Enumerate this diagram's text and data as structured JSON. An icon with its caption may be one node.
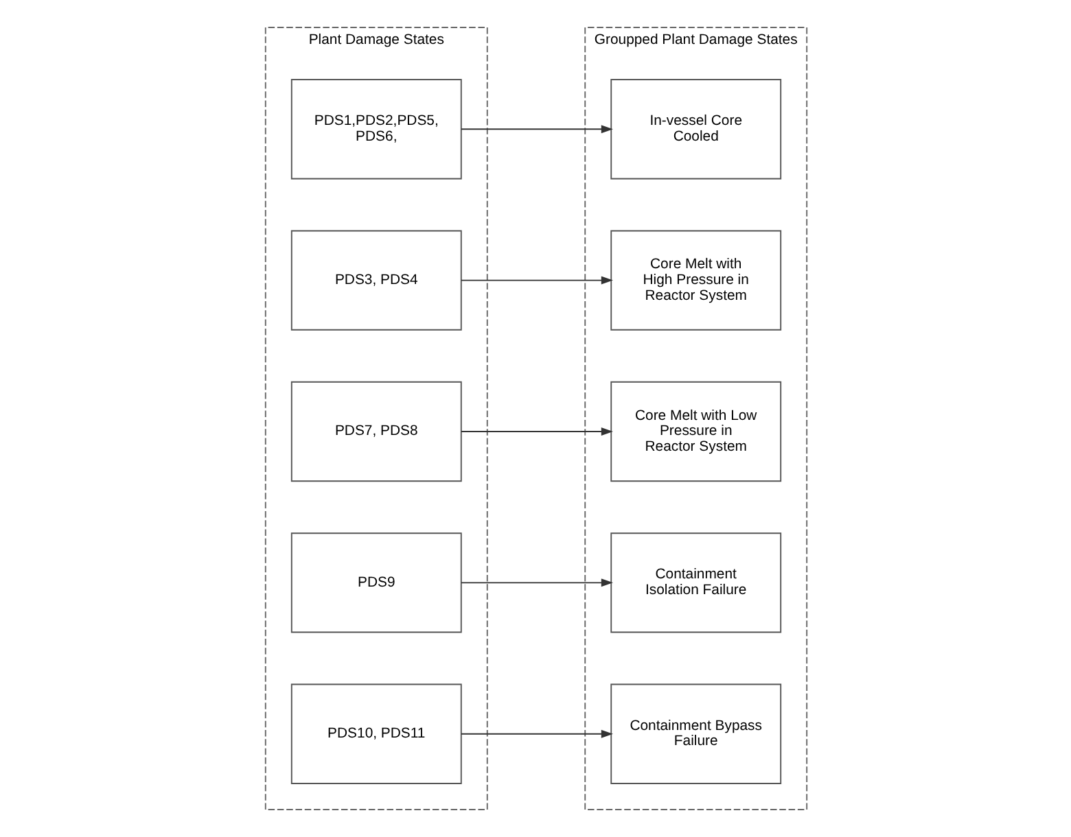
{
  "diagram": {
    "nodes": [
      {
        "text": [
          "Plant Damage States"
        ]
      },
      {
        "text": [
          "PDS1,PDS2,PDS5, PDS6,"
        ],
        "in": 0
      },
      {
        "text": [
          "PDS3, PDS4"
        ],
        "in": 0
      },
      {
        "text": [
          "PDS7, PDS8"
        ],
        "in": 0
      },
      {
        "text": [
          "PDS9"
        ],
        "in": 0
      },
      {
        "text": [
          "PDS10, PDS11"
        ],
        "in": 0
      },
      {
        "text": [
          "Groupped Plant Damage States"
        ]
      },
      {
        "text": [
          "In-vessel Core Cooled"
        ],
        "in": 6
      },
      {
        "text": [
          "Core Melt with High Pressure in Reactor System"
        ],
        "in": 6
      },
      {
        "text": [
          "Core Melt with Low Pressure in Reactor System"
        ],
        "in": 6
      },
      {
        "text": [
          "Containment Isolation Failure"
        ],
        "in": 6
      },
      {
        "text": [
          "Containment Bypass Failure"
        ],
        "in": 6
      }
    ],
    "edges": [
      {
        "from": 1,
        "to": 7,
        "arrow": "to"
      },
      {
        "from": 2,
        "to": 8,
        "arrow": "to"
      },
      {
        "from": 3,
        "to": 9,
        "arrow": "to"
      },
      {
        "from": 4,
        "to": 10,
        "arrow": "to"
      },
      {
        "from": 5,
        "to": 11,
        "arrow": "to"
      }
    ]
  }
}
